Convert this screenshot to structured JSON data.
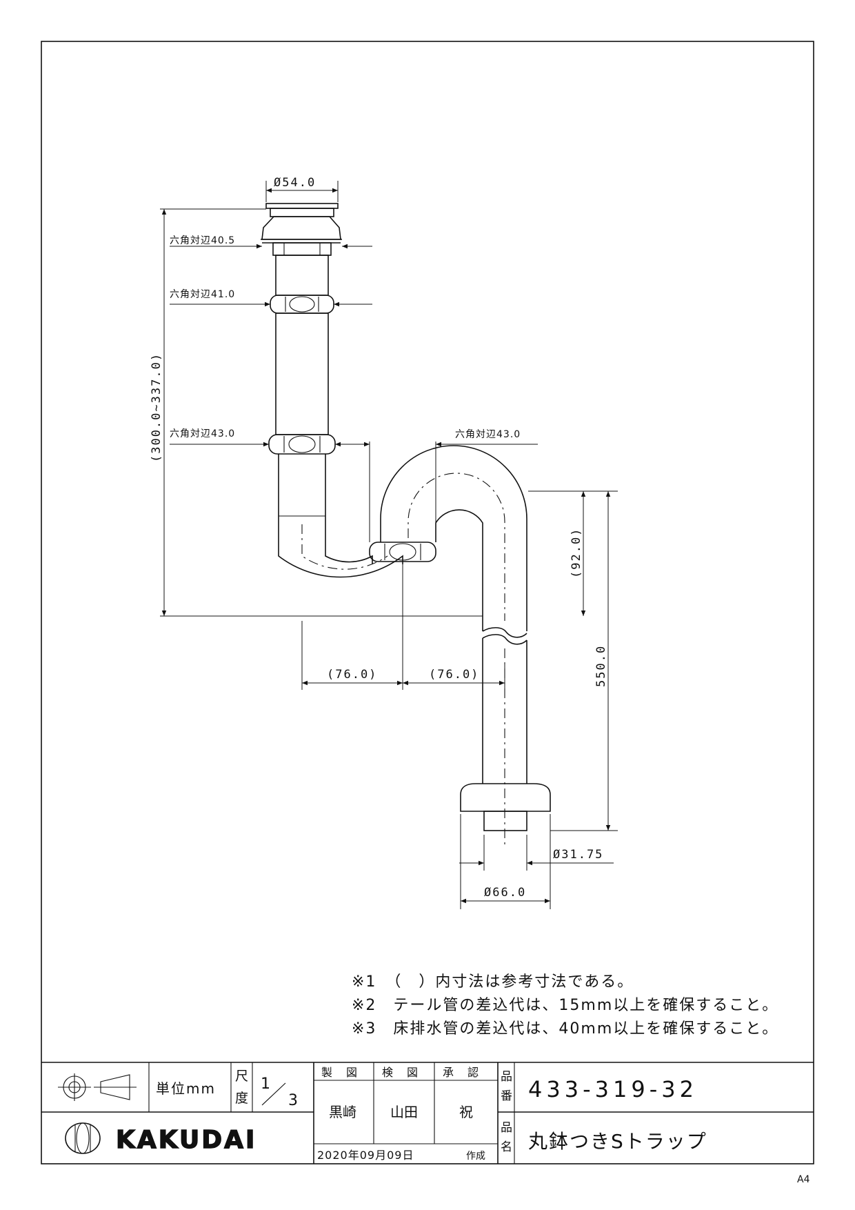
{
  "dimensions": {
    "top_outer_dia": "Ø54.0",
    "hex_1": "六角対辺40.5",
    "hex_2": "六角対辺41.0",
    "hex_3": "六角対辺43.0",
    "hex_4": "六角対辺43.0",
    "height_range": "(300.0~337.0)",
    "trap_depth": "(92.0)",
    "overall_height": "550.0",
    "offset_left": "(76.0)",
    "offset_right": "(76.0)",
    "pipe_dia": "Ø31.75",
    "flange_dia": "Ø66.0"
  },
  "notes": [
    "※1　（　）内寸法は参考寸法である。",
    "※2　テール管の差込代は、15mm以上を確保すること。",
    "※3　床排水管の差込代は、40mm以上を確保すること。"
  ],
  "title_block": {
    "unit_label": "単位mm",
    "scale_label_1": "尺",
    "scale_label_2": "度",
    "scale_num": "1",
    "scale_den": "3",
    "drawn_label": "製　図",
    "checked_label": "検　図",
    "approved_label": "承　認",
    "drawn_by": "黒崎",
    "checked_by": "山田",
    "approved_by": "祝",
    "date": "2020年09月09日",
    "date_suffix": "作成",
    "part_no_label_1": "品",
    "part_no_label_2": "番",
    "part_no": "433-319-32",
    "part_name_label_1": "品",
    "part_name_label_2": "名",
    "part_name": "丸鉢つきSトラップ",
    "brand": "KAKUDAI"
  },
  "sheet_size": "A4"
}
